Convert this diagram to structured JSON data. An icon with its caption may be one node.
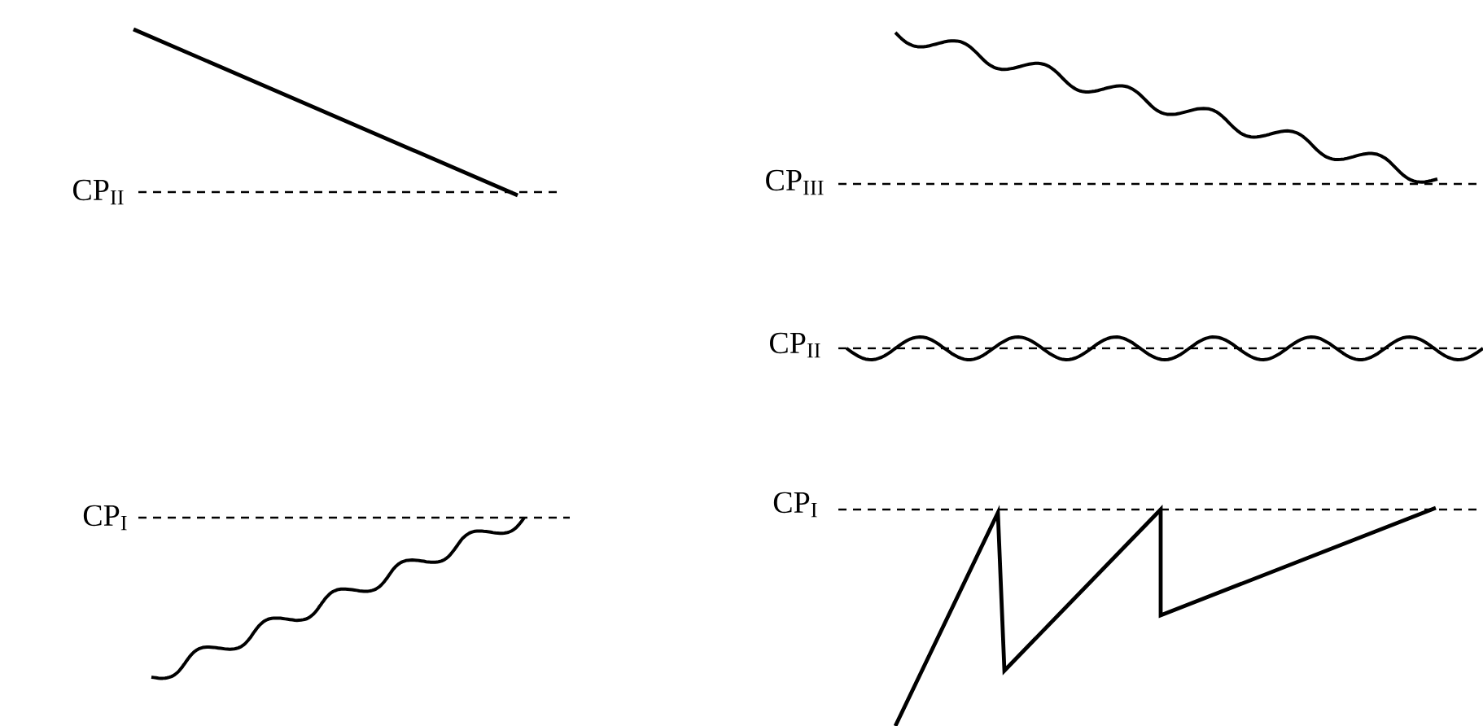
{
  "diagram": {
    "labels": [
      "CP$_{II}$",
      "CP$_{III}$",
      "CP$_{II}$",
      "CP$_{I}$",
      "CP$_{I}$"
    ]
  }
}
